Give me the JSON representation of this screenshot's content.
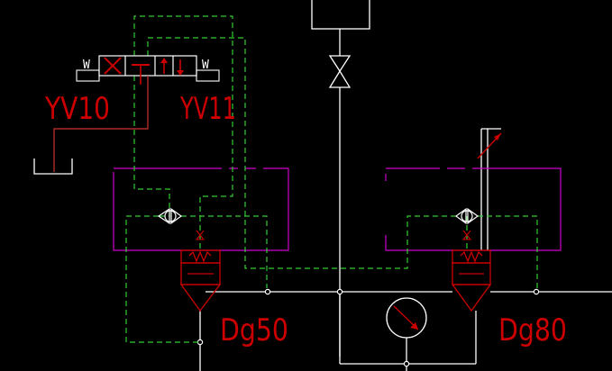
{
  "labels": {
    "valve_left": "YV10",
    "valve_right": "YV11",
    "valve_size_left": "Dg50",
    "valve_size_right": "Dg80",
    "spring_mark_left": "W",
    "spring_mark_right": "W"
  },
  "colors": {
    "background": "#000000",
    "pipe": "#ffffff",
    "pilot_line": "#33cc33",
    "valve_body": "#cc0000",
    "module_outline": "#cc00cc",
    "label_text": "#cc0000",
    "pilot_pipe": "#cc3333"
  },
  "icons": {
    "solenoid": "directional-valve-icon",
    "gate": "globe-valve-icon",
    "gauge": "pressure-gauge-icon",
    "check": "check-valve-icon",
    "throttle": "adjustable-throttle-icon",
    "cartridge": "cartridge-valve-icon",
    "tank": "tank-icon"
  }
}
